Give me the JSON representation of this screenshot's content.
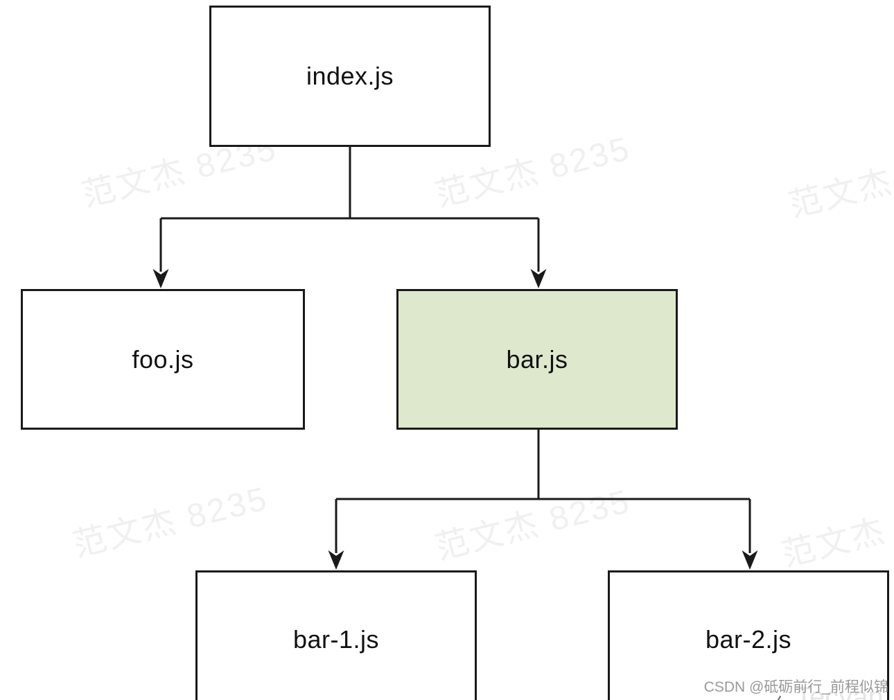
{
  "diagram": {
    "nodes": [
      {
        "id": "index",
        "label": "index.js",
        "fill": "#ffffff"
      },
      {
        "id": "foo",
        "label": "foo.js",
        "fill": "#ffffff"
      },
      {
        "id": "bar",
        "label": "bar.js",
        "fill": "#dde8cd"
      },
      {
        "id": "bar-1",
        "label": "bar-1.js",
        "fill": "#ffffff"
      },
      {
        "id": "bar-2",
        "label": "bar-2.js",
        "fill": "#ffffff"
      }
    ],
    "edges": [
      {
        "from": "index.js",
        "to": "foo.js"
      },
      {
        "from": "index.js",
        "to": "bar.js"
      },
      {
        "from": "bar.js",
        "to": "bar-1.js"
      },
      {
        "from": "bar.js",
        "to": "bar-2.js"
      }
    ]
  },
  "watermark": {
    "author_text": "范文杰 8235",
    "csdn_text": "CSDN @砥砺前行_前程似锦",
    "brand_text": "Tecvan",
    "brand_fragment": "〆"
  },
  "colors": {
    "node_border": "#1a1a1a",
    "connector": "#1a1a1a",
    "highlight_fill": "#dde8cd",
    "watermark_gray": "#ededed",
    "csdn_gray": "#999999"
  }
}
